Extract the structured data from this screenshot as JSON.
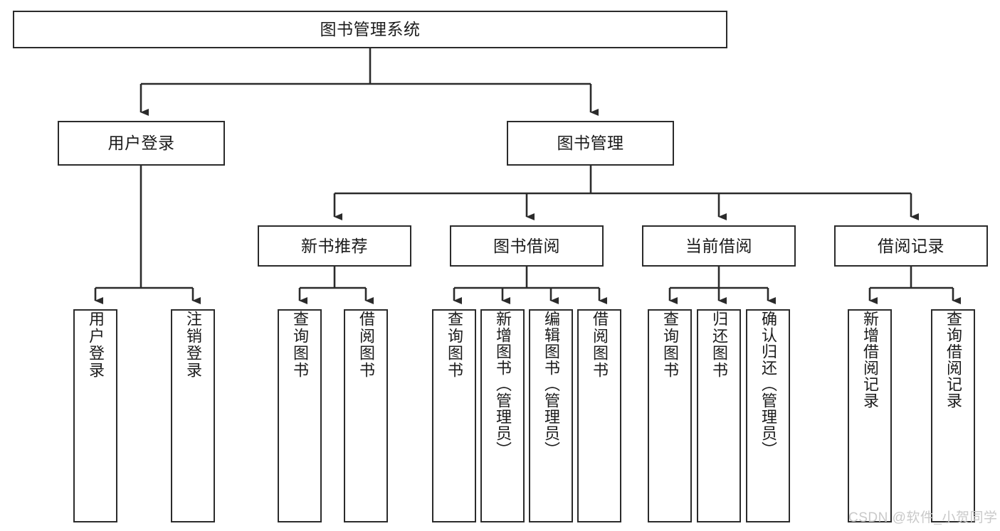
{
  "diagram": {
    "title": "图书管理系统",
    "type": "功能结构图",
    "stroke_color": "#2b2b2b",
    "fill_color": "#ffffff",
    "text_color": "#1b1b1b"
  },
  "nodes": {
    "root": {
      "label": "图书管理系统"
    },
    "level2": [
      {
        "label": "用户登录"
      },
      {
        "label": "图书管理"
      }
    ],
    "level3": [
      {
        "label": "新书推荐"
      },
      {
        "label": "图书借阅"
      },
      {
        "label": "当前借阅"
      },
      {
        "label": "借阅记录"
      }
    ],
    "leaves": [
      {
        "label": "用户登录"
      },
      {
        "label": "注销登录"
      },
      {
        "label": "查询图书"
      },
      {
        "label": "借阅图书"
      },
      {
        "label": "查询图书"
      },
      {
        "label": "新增图书（管理员）"
      },
      {
        "label": "编辑图书（管理员）"
      },
      {
        "label": "借阅图书"
      },
      {
        "label": "查询图书"
      },
      {
        "label": "归还图书"
      },
      {
        "label": "确认归还（管理员）"
      },
      {
        "label": "新增借阅记录"
      },
      {
        "label": "查询借阅记录"
      }
    ]
  },
  "watermark": {
    "text": "CSDN @软件_小贺同学",
    "color": "#c9c9c9"
  }
}
